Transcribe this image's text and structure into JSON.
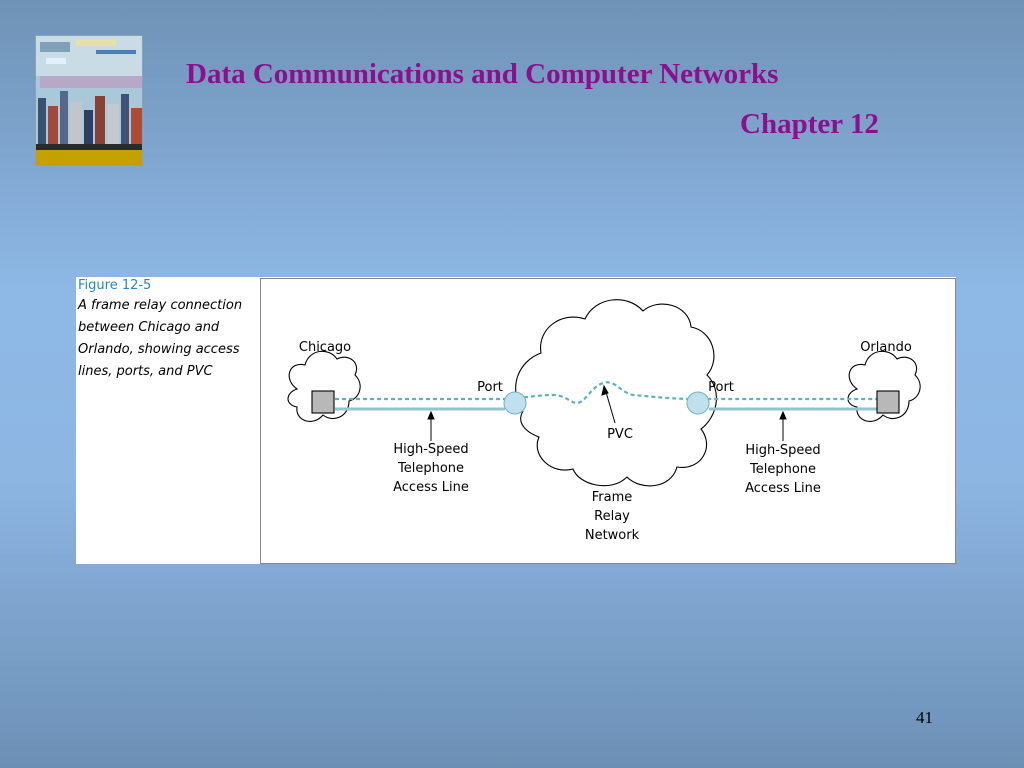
{
  "slide": {
    "title": "Data Communications and Computer Networks",
    "subtitle": "Chapter 12",
    "page_number": "41"
  },
  "figure": {
    "number": "Figure 12-5",
    "caption": "A frame relay connection between Chicago and Orlando, showing access lines, ports, and PVC"
  },
  "diagram": {
    "left_city": "Chicago",
    "right_city": "Orlando",
    "left_port": "Port",
    "right_port": "Port",
    "pvc": "PVC",
    "left_access_line": [
      "High-Speed",
      "Telephone",
      "Access Line"
    ],
    "right_access_line": [
      "High-Speed",
      "Telephone",
      "Access Line"
    ],
    "network": [
      "Frame",
      "Relay",
      "Network"
    ]
  },
  "colors": {
    "title": "#8e0f8e",
    "access_line": "#8fc6d2",
    "pvc_line": "#5fb0c4",
    "port_fill": "#bfe0ec"
  }
}
